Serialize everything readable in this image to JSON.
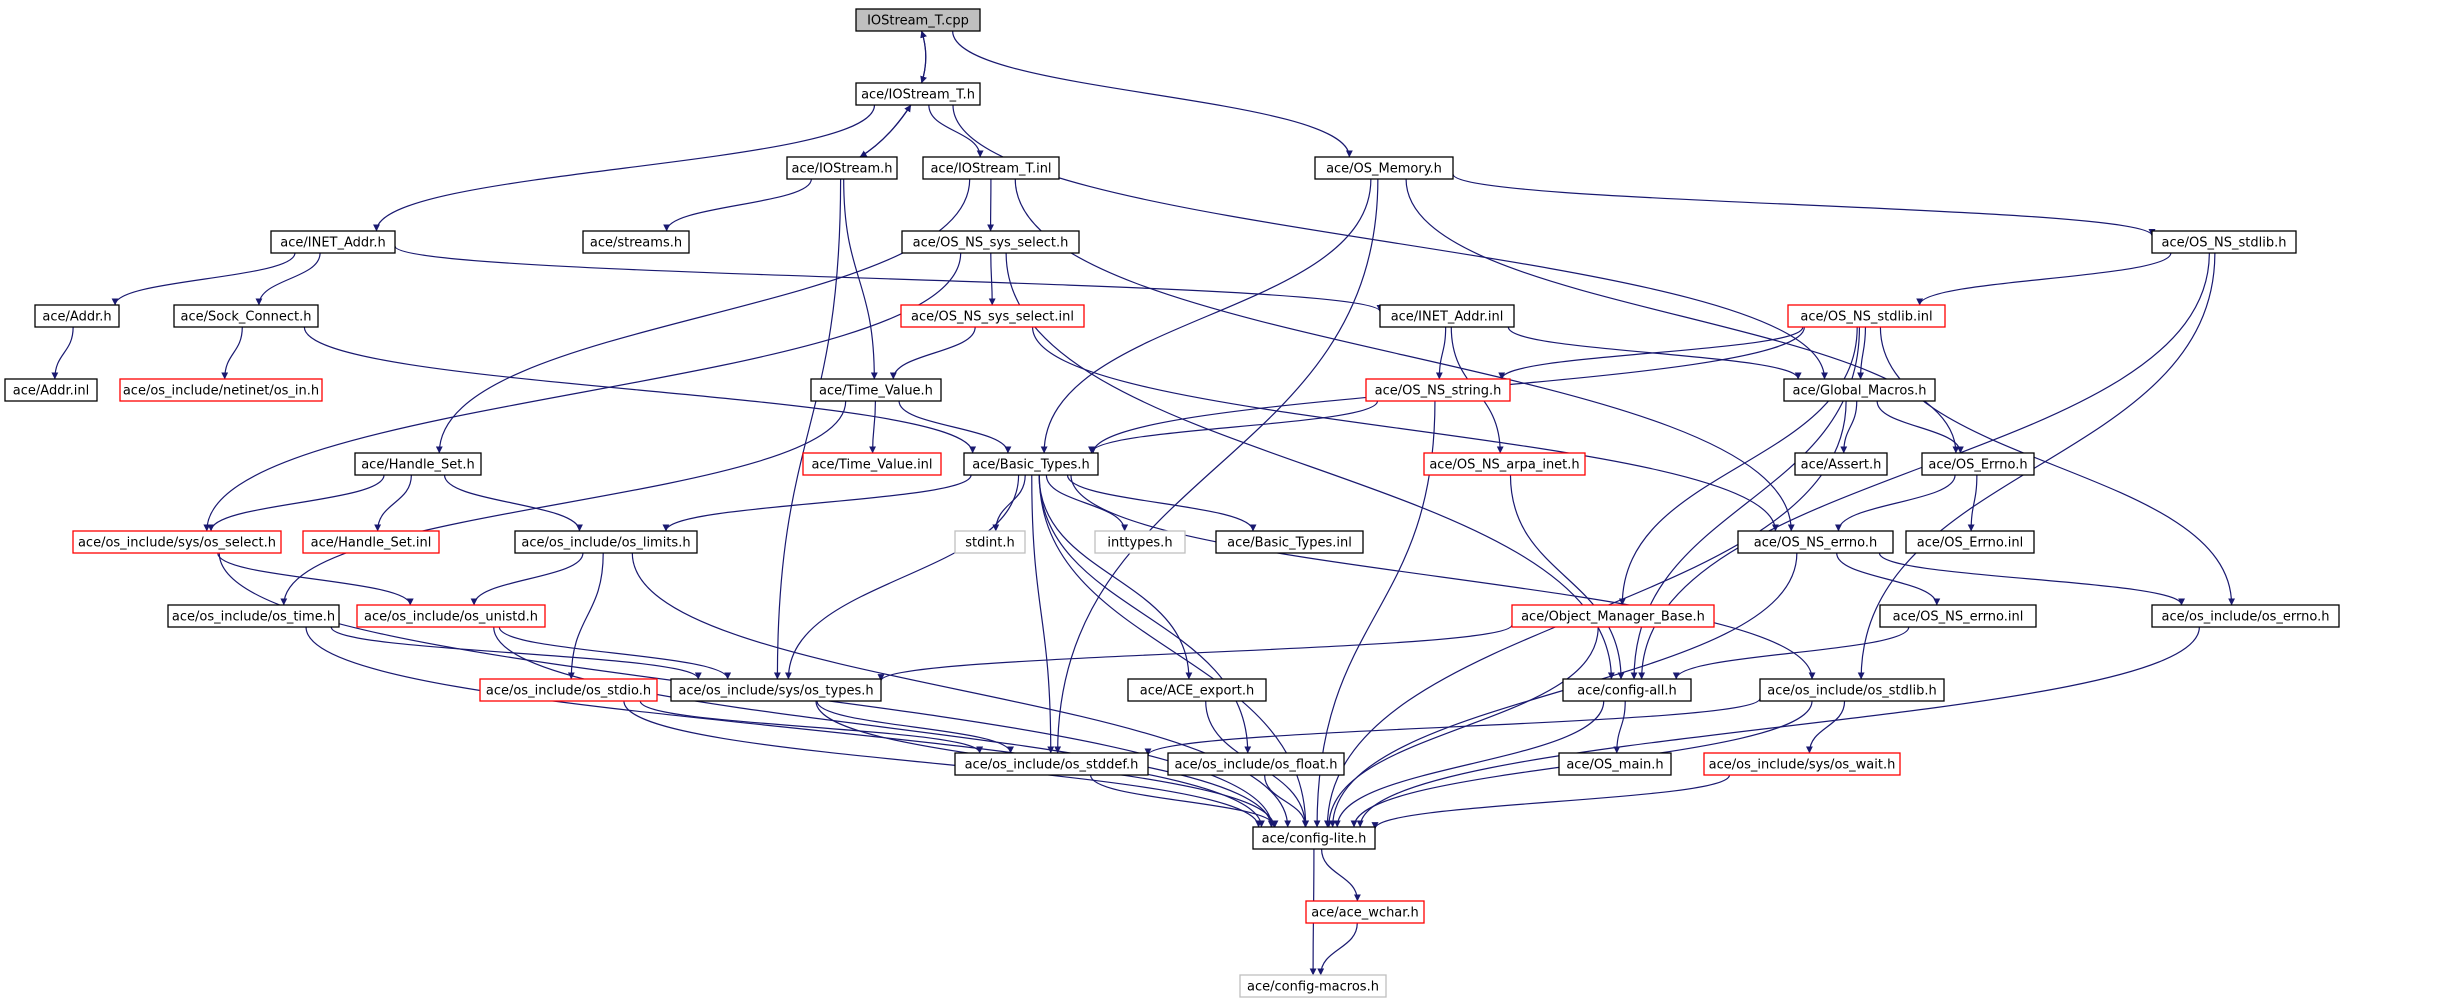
{
  "colors": {
    "edge": "#191970",
    "normal_border": "#000000",
    "red_border": "#ff0000",
    "gray_border": "#bfbfbf",
    "root_fill": "#bfbfbf",
    "node_fill": "#ffffff",
    "text": "#000000"
  },
  "graph": {
    "nodes": [
      {
        "id": "root",
        "label": "IOStream_T.cpp",
        "style": "root"
      },
      {
        "id": "iostream_t_h",
        "label": "ace/IOStream_T.h",
        "style": "normal"
      },
      {
        "id": "iostream_h",
        "label": "ace/IOStream.h",
        "style": "normal"
      },
      {
        "id": "iostream_t_inl",
        "label": "ace/IOStream_T.inl",
        "style": "normal"
      },
      {
        "id": "os_memory",
        "label": "ace/OS_Memory.h",
        "style": "normal"
      },
      {
        "id": "inet_addr_h",
        "label": "ace/INET_Addr.h",
        "style": "normal"
      },
      {
        "id": "streams",
        "label": "ace/streams.h",
        "style": "normal"
      },
      {
        "id": "os_ns_sys_select_h",
        "label": "ace/OS_NS_sys_select.h",
        "style": "normal"
      },
      {
        "id": "os_ns_stdlib_h",
        "label": "ace/OS_NS_stdlib.h",
        "style": "normal"
      },
      {
        "id": "addr_h",
        "label": "ace/Addr.h",
        "style": "normal"
      },
      {
        "id": "sock_connect",
        "label": "ace/Sock_Connect.h",
        "style": "normal"
      },
      {
        "id": "os_ns_sys_select_inl",
        "label": "ace/OS_NS_sys_select.inl",
        "style": "red"
      },
      {
        "id": "inet_addr_inl",
        "label": "ace/INET_Addr.inl",
        "style": "normal"
      },
      {
        "id": "os_ns_stdlib_inl",
        "label": "ace/OS_NS_stdlib.inl",
        "style": "red"
      },
      {
        "id": "addr_inl",
        "label": "ace/Addr.inl",
        "style": "normal"
      },
      {
        "id": "os_in",
        "label": "ace/os_include/netinet/os_in.h",
        "style": "red"
      },
      {
        "id": "time_value_h",
        "label": "ace/Time_Value.h",
        "style": "normal"
      },
      {
        "id": "os_ns_string",
        "label": "ace/OS_NS_string.h",
        "style": "red"
      },
      {
        "id": "global_macros",
        "label": "ace/Global_Macros.h",
        "style": "normal"
      },
      {
        "id": "handle_set_h",
        "label": "ace/Handle_Set.h",
        "style": "normal"
      },
      {
        "id": "time_value_inl",
        "label": "ace/Time_Value.inl",
        "style": "red"
      },
      {
        "id": "basic_types_h",
        "label": "ace/Basic_Types.h",
        "style": "normal"
      },
      {
        "id": "os_ns_arpa_inet",
        "label": "ace/OS_NS_arpa_inet.h",
        "style": "red"
      },
      {
        "id": "assert_h",
        "label": "ace/Assert.h",
        "style": "normal"
      },
      {
        "id": "os_errno_h",
        "label": "ace/OS_Errno.h",
        "style": "normal"
      },
      {
        "id": "sys_os_select",
        "label": "ace/os_include/sys/os_select.h",
        "style": "red"
      },
      {
        "id": "handle_set_inl",
        "label": "ace/Handle_Set.inl",
        "style": "red"
      },
      {
        "id": "os_limits",
        "label": "ace/os_include/os_limits.h",
        "style": "normal"
      },
      {
        "id": "stdint",
        "label": "stdint.h",
        "style": "gray"
      },
      {
        "id": "inttypes",
        "label": "inttypes.h",
        "style": "gray"
      },
      {
        "id": "basic_types_inl",
        "label": "ace/Basic_Types.inl",
        "style": "normal"
      },
      {
        "id": "os_ns_errno_h",
        "label": "ace/OS_NS_errno.h",
        "style": "normal"
      },
      {
        "id": "os_errno_inl",
        "label": "ace/OS_Errno.inl",
        "style": "normal"
      },
      {
        "id": "os_time",
        "label": "ace/os_include/os_time.h",
        "style": "normal"
      },
      {
        "id": "os_unistd",
        "label": "ace/os_include/os_unistd.h",
        "style": "red"
      },
      {
        "id": "object_manager_base",
        "label": "ace/Object_Manager_Base.h",
        "style": "red"
      },
      {
        "id": "os_ns_errno_inl",
        "label": "ace/OS_NS_errno.inl",
        "style": "normal"
      },
      {
        "id": "os_include_errno",
        "label": "ace/os_include/os_errno.h",
        "style": "normal"
      },
      {
        "id": "os_stdio",
        "label": "ace/os_include/os_stdio.h",
        "style": "red"
      },
      {
        "id": "sys_os_types",
        "label": "ace/os_include/sys/os_types.h",
        "style": "normal"
      },
      {
        "id": "ace_export",
        "label": "ace/ACE_export.h",
        "style": "normal"
      },
      {
        "id": "config_all",
        "label": "ace/config-all.h",
        "style": "normal"
      },
      {
        "id": "os_stdlib",
        "label": "ace/os_include/os_stdlib.h",
        "style": "normal"
      },
      {
        "id": "os_stddef",
        "label": "ace/os_include/os_stddef.h",
        "style": "normal"
      },
      {
        "id": "os_float",
        "label": "ace/os_include/os_float.h",
        "style": "normal"
      },
      {
        "id": "os_main",
        "label": "ace/OS_main.h",
        "style": "normal"
      },
      {
        "id": "sys_os_wait",
        "label": "ace/os_include/sys/os_wait.h",
        "style": "red"
      },
      {
        "id": "config_lite",
        "label": "ace/config-lite.h",
        "style": "normal"
      },
      {
        "id": "ace_wchar",
        "label": "ace/ace_wchar.h",
        "style": "red"
      },
      {
        "id": "config_macros",
        "label": "ace/config-macros.h",
        "style": "gray"
      }
    ],
    "edges": [
      [
        "root",
        "iostream_t_h"
      ],
      [
        "root",
        "os_memory"
      ],
      [
        "iostream_t_h",
        "root"
      ],
      [
        "iostream_t_h",
        "iostream_h"
      ],
      [
        "iostream_t_h",
        "iostream_t_inl"
      ],
      [
        "iostream_t_h",
        "inet_addr_h"
      ],
      [
        "iostream_t_h",
        "global_macros"
      ],
      [
        "iostream_h",
        "iostream_t_h"
      ],
      [
        "iostream_h",
        "streams"
      ],
      [
        "iostream_h",
        "time_value_h"
      ],
      [
        "iostream_h",
        "sys_os_types"
      ],
      [
        "iostream_t_inl",
        "os_ns_sys_select_h"
      ],
      [
        "iostream_t_inl",
        "handle_set_h"
      ],
      [
        "iostream_t_inl",
        "os_ns_errno_h"
      ],
      [
        "os_memory",
        "basic_types_h"
      ],
      [
        "os_memory",
        "os_stddef"
      ],
      [
        "os_memory",
        "os_ns_stdlib_h"
      ],
      [
        "os_memory",
        "os_errno_h"
      ],
      [
        "inet_addr_h",
        "addr_h"
      ],
      [
        "inet_addr_h",
        "sock_connect"
      ],
      [
        "inet_addr_h",
        "inet_addr_inl"
      ],
      [
        "addr_h",
        "addr_inl"
      ],
      [
        "sock_connect",
        "os_in"
      ],
      [
        "sock_connect",
        "basic_types_h"
      ],
      [
        "os_ns_sys_select_h",
        "os_ns_sys_select_inl"
      ],
      [
        "os_ns_sys_select_h",
        "sys_os_select"
      ],
      [
        "os_ns_sys_select_h",
        "config_all"
      ],
      [
        "os_ns_sys_select_inl",
        "time_value_h"
      ],
      [
        "os_ns_sys_select_inl",
        "os_ns_errno_h"
      ],
      [
        "os_ns_stdlib_h",
        "os_ns_stdlib_inl"
      ],
      [
        "os_ns_stdlib_h",
        "config_all"
      ],
      [
        "os_ns_stdlib_h",
        "os_stdlib"
      ],
      [
        "inet_addr_inl",
        "os_ns_string"
      ],
      [
        "inet_addr_inl",
        "os_ns_arpa_inet"
      ],
      [
        "inet_addr_inl",
        "global_macros"
      ],
      [
        "os_ns_stdlib_inl",
        "os_ns_string"
      ],
      [
        "os_ns_stdlib_inl",
        "global_macros"
      ],
      [
        "os_ns_stdlib_inl",
        "basic_types_h"
      ],
      [
        "os_ns_stdlib_inl",
        "object_manager_base"
      ],
      [
        "os_ns_stdlib_inl",
        "os_include_errno"
      ],
      [
        "os_ns_stdlib_inl",
        "config_all"
      ],
      [
        "time_value_h",
        "basic_types_h"
      ],
      [
        "time_value_h",
        "time_value_inl"
      ],
      [
        "time_value_h",
        "os_time"
      ],
      [
        "os_ns_string",
        "basic_types_h"
      ],
      [
        "os_ns_string",
        "config_lite"
      ],
      [
        "global_macros",
        "assert_h"
      ],
      [
        "global_macros",
        "os_errno_h"
      ],
      [
        "global_macros",
        "config_lite"
      ],
      [
        "handle_set_h",
        "sys_os_select"
      ],
      [
        "handle_set_h",
        "handle_set_inl"
      ],
      [
        "handle_set_h",
        "os_limits"
      ],
      [
        "basic_types_h",
        "os_limits"
      ],
      [
        "basic_types_h",
        "stdint"
      ],
      [
        "basic_types_h",
        "inttypes"
      ],
      [
        "basic_types_h",
        "basic_types_inl"
      ],
      [
        "basic_types_h",
        "sys_os_types"
      ],
      [
        "basic_types_h",
        "ace_export"
      ],
      [
        "basic_types_h",
        "os_stddef"
      ],
      [
        "basic_types_h",
        "os_float"
      ],
      [
        "basic_types_h",
        "config_lite"
      ],
      [
        "basic_types_h",
        "os_stdlib"
      ],
      [
        "os_ns_arpa_inet",
        "config_all"
      ],
      [
        "os_errno_h",
        "os_ns_errno_h"
      ],
      [
        "os_errno_h",
        "os_errno_inl"
      ],
      [
        "sys_os_select",
        "os_unistd"
      ],
      [
        "sys_os_select",
        "config_lite"
      ],
      [
        "os_limits",
        "os_unistd"
      ],
      [
        "os_limits",
        "os_stdio"
      ],
      [
        "os_limits",
        "config_lite"
      ],
      [
        "os_ns_errno_h",
        "os_ns_errno_inl"
      ],
      [
        "os_ns_errno_h",
        "os_include_errno"
      ],
      [
        "os_ns_errno_h",
        "config_lite"
      ],
      [
        "os_time",
        "sys_os_types"
      ],
      [
        "os_time",
        "config_lite"
      ],
      [
        "os_unistd",
        "sys_os_types"
      ],
      [
        "os_unistd",
        "config_lite"
      ],
      [
        "object_manager_base",
        "sys_os_types"
      ],
      [
        "object_manager_base",
        "config_lite"
      ],
      [
        "os_ns_errno_inl",
        "config_all"
      ],
      [
        "os_include_errno",
        "config_lite"
      ],
      [
        "os_stdio",
        "os_stddef"
      ],
      [
        "os_stdio",
        "config_lite"
      ],
      [
        "sys_os_types",
        "os_stddef"
      ],
      [
        "sys_os_types",
        "config_lite"
      ],
      [
        "ace_export",
        "config_lite"
      ],
      [
        "config_all",
        "os_main"
      ],
      [
        "config_all",
        "config_lite"
      ],
      [
        "os_stdlib",
        "os_stddef"
      ],
      [
        "os_stdlib",
        "sys_os_wait"
      ],
      [
        "os_stdlib",
        "config_lite"
      ],
      [
        "os_stddef",
        "config_lite"
      ],
      [
        "os_float",
        "config_lite"
      ],
      [
        "sys_os_wait",
        "config_lite"
      ],
      [
        "config_lite",
        "ace_wchar"
      ],
      [
        "config_lite",
        "config_macros"
      ],
      [
        "ace_wchar",
        "config_macros"
      ]
    ]
  }
}
